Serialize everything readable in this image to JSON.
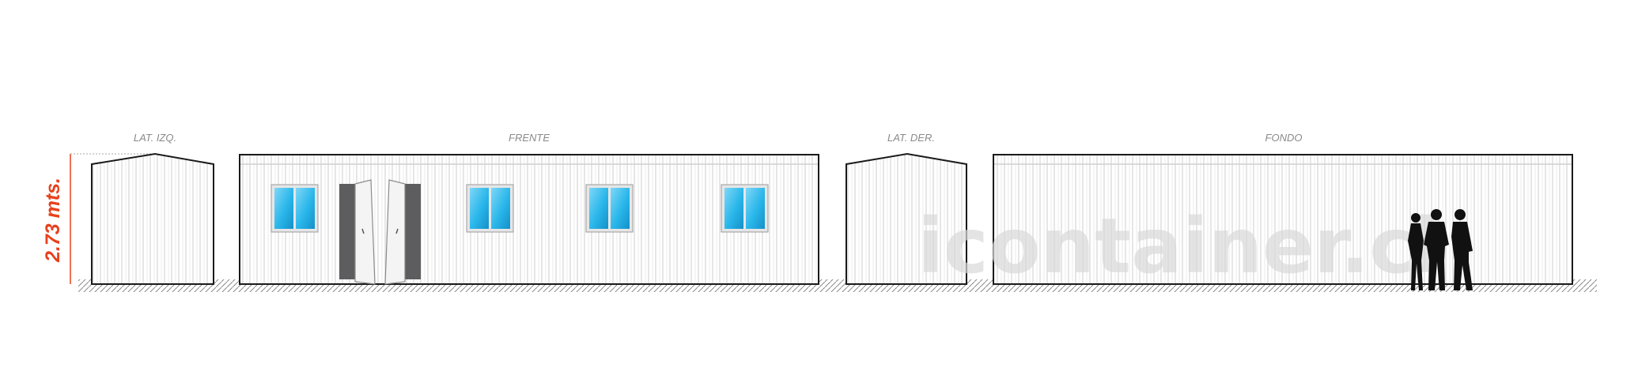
{
  "views": {
    "left_side": "LAT. IZQ.",
    "front": "FRENTE",
    "right_side": "LAT. DER.",
    "back": "FONDO"
  },
  "height_label": "2.73 mts.",
  "watermark": "icontainer.cl",
  "colors": {
    "accent": "#e8401c",
    "outline": "#1a1a1a",
    "glass": "#29b6ea",
    "door": "#5d5d5f",
    "rib": "#d6d6d6"
  }
}
